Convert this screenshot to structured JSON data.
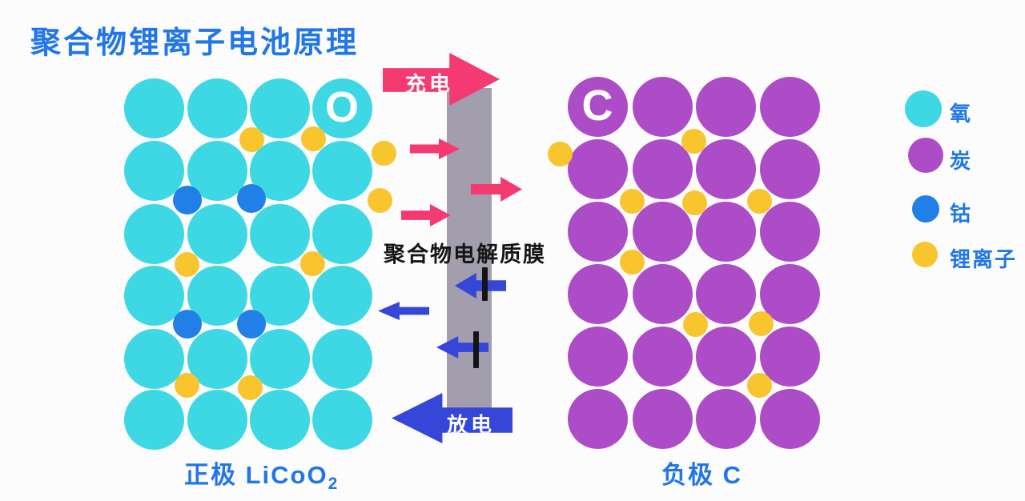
{
  "title": "聚合物锂离子电池原理",
  "colors": {
    "oxygen": "#3ed8e5",
    "carbon": "#ad4cc7",
    "cobalt": "#2080e8",
    "lithium": "#f8c52f",
    "charge_arrow": "#f43a70",
    "discharge_arrow": "#3546d8",
    "membrane": "#a39eae",
    "label_blue": "#2176e8",
    "dark_text": "#161616"
  },
  "membrane": {
    "label": "聚合物电解质膜"
  },
  "flow": {
    "charge_label": "充电",
    "discharge_label": "放电"
  },
  "electrodes": {
    "positive": {
      "label": "正极 LiCoO",
      "subscript": "2",
      "atom_symbol": "O"
    },
    "negative": {
      "label": "负极 C",
      "atom_symbol": "C"
    }
  },
  "legend": [
    {
      "label": "氧",
      "color_key": "oxygen",
      "size": "large"
    },
    {
      "label": "炭",
      "color_key": "carbon",
      "size": "large"
    },
    {
      "label": "钴",
      "color_key": "cobalt",
      "size": "small"
    },
    {
      "label": "锂离子",
      "color_key": "lithium",
      "size": "small"
    }
  ],
  "lattice": {
    "ion_diameter": 31,
    "cobalt_diameter": 36,
    "positive": {
      "atom_color": "oxygen",
      "symbol": "O",
      "symbol_cell": [
        0,
        3
      ],
      "cols": [
        192,
        271,
        349,
        427
      ],
      "rows": [
        135,
        213,
        292,
        369,
        448,
        524
      ],
      "atom_diameter": 75,
      "lithium_ions": [
        [
          314,
          174
        ],
        [
          391,
          173
        ],
        [
          479,
          191
        ],
        [
          474,
          250
        ],
        [
          233,
          330
        ],
        [
          390,
          329
        ],
        [
          233,
          481
        ],
        [
          312,
          484
        ]
      ],
      "cobalt_atoms": [
        [
          234,
          250
        ],
        [
          314,
          248
        ],
        [
          234,
          405
        ],
        [
          314,
          405
        ]
      ]
    },
    "negative": {
      "atom_color": "carbon",
      "symbol": "C",
      "symbol_cell": [
        0,
        0
      ],
      "cols": [
        746,
        827,
        906,
        986
      ],
      "rows": [
        133,
        211,
        289,
        367,
        445,
        523
      ],
      "atom_diameter": 75,
      "lithium_ions": [
        [
          699,
          192
        ],
        [
          866,
          176
        ],
        [
          789,
          251
        ],
        [
          867,
          253
        ],
        [
          948,
          251
        ],
        [
          789,
          327
        ],
        [
          868,
          405
        ],
        [
          950,
          404
        ],
        [
          948,
          481
        ]
      ],
      "cobalt_atoms": []
    }
  }
}
